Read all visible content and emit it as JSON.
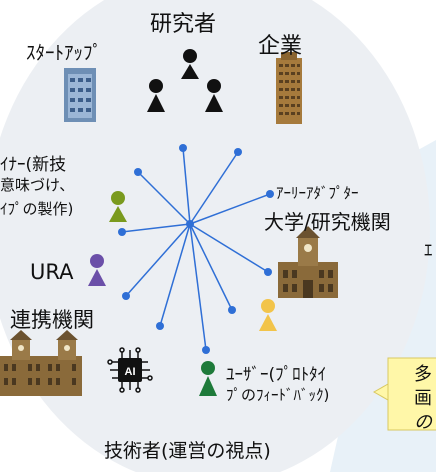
{
  "labels": {
    "researcher": "研究者",
    "startup": "ｽﾀｰﾄｱｯﾌﾟ",
    "company": "企業",
    "designer_line1": "ｲﾅｰ(新技",
    "designer_line2": "意味づけ、",
    "designer_line3": "ｲﾌﾟの製作)",
    "early_adopter": "ｱｰﾘｰｱﾀﾞﾌﾟﾀｰ",
    "university": "大学/研究機関",
    "ura": "URA",
    "partner_org": "連携機関",
    "ai_icon_text": "AI",
    "user_line1": "ﾕｰｻﾞｰ(ﾌﾟﾛﾄﾀｲ",
    "user_line2": "ﾌﾟのﾌｨｰﾄﾞﾊﾞｯｸ)",
    "engineer": "技術者(運営の視点)",
    "right_cut_1": "ｴ",
    "callout_line1": "多",
    "callout_line2": "画",
    "callout_line3": "の"
  },
  "colors": {
    "circle": "#eceff3",
    "hub_lines": "#2f6fd6",
    "person_black": "#111111",
    "person_olive": "#7a9a1e",
    "person_purple": "#6b4fa8",
    "person_yellow": "#f2c44a",
    "person_green": "#1e7a3a",
    "callout": "#fff7a8"
  },
  "icons": [
    "person-icon",
    "office-building-icon",
    "university-building-icon",
    "ai-chip-icon"
  ]
}
